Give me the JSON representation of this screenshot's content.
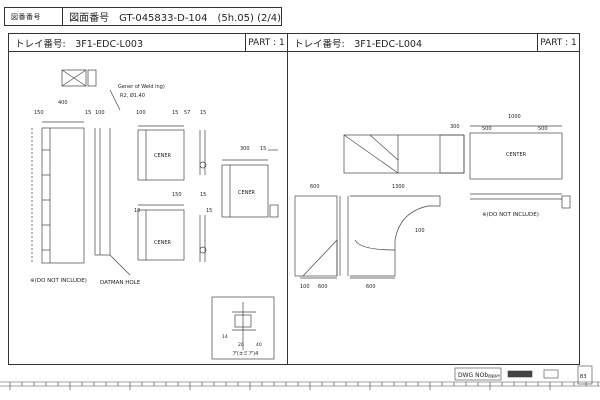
{
  "header": {
    "code_label": "図番番号",
    "title": "図面番号　GT-045833-D-104　(5h.05) (2/4)"
  },
  "left_tray": {
    "title": "トレイ番号:　3F1-EDC-L003",
    "part": "PART : 1",
    "note_gen": "Gener of Weld ing)",
    "note_r": "R2, Ø1.40",
    "dims": [
      "400",
      "150",
      "15",
      "100",
      "100",
      "15",
      "57",
      "15",
      "300",
      "15",
      "150",
      "15",
      "10",
      "15"
    ],
    "center1": "CENER",
    "center2": "CENER",
    "center3": "CENER",
    "note_excl": "※(DO NOT INCLUDE)",
    "note_hole": "DATMAN HOLE",
    "detail_label": "ア(±ミア)4",
    "detail_dims": [
      "14",
      "20",
      "40"
    ]
  },
  "right_tray": {
    "title": "トレイ番号:　3F1-EDC-L004",
    "part": "PART : 1",
    "dims_top": [
      "300",
      "1000",
      "500",
      "500"
    ],
    "center": "CENTER",
    "dims_main": [
      "600",
      "1300",
      "100",
      "600",
      "600",
      "100"
    ],
    "note_excl": "※(DO NOT INCLUDE)"
  },
  "footer": {
    "dwg_no_label": "DWG NOb",
    "small_text": "図面番号",
    "corner": "B3"
  }
}
